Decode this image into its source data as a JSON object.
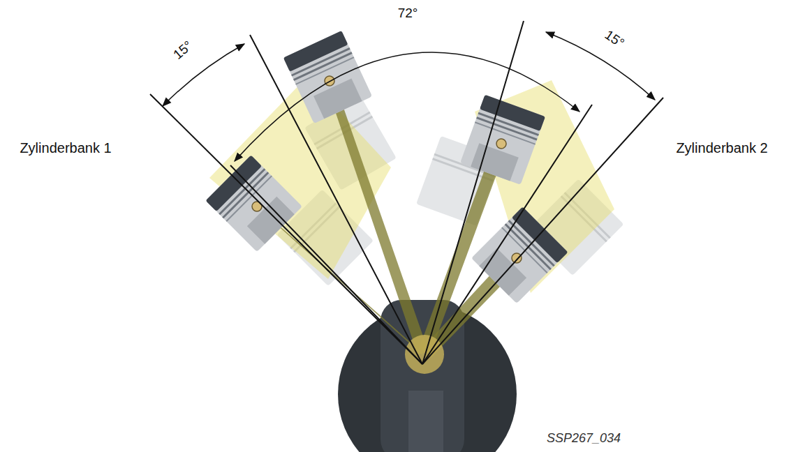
{
  "diagram": {
    "labels": [
      "72°",
      "15°",
      "15°",
      "Zylinderbank 1",
      "Zylinderbank 2",
      "SSP267_034"
    ]
  }
}
